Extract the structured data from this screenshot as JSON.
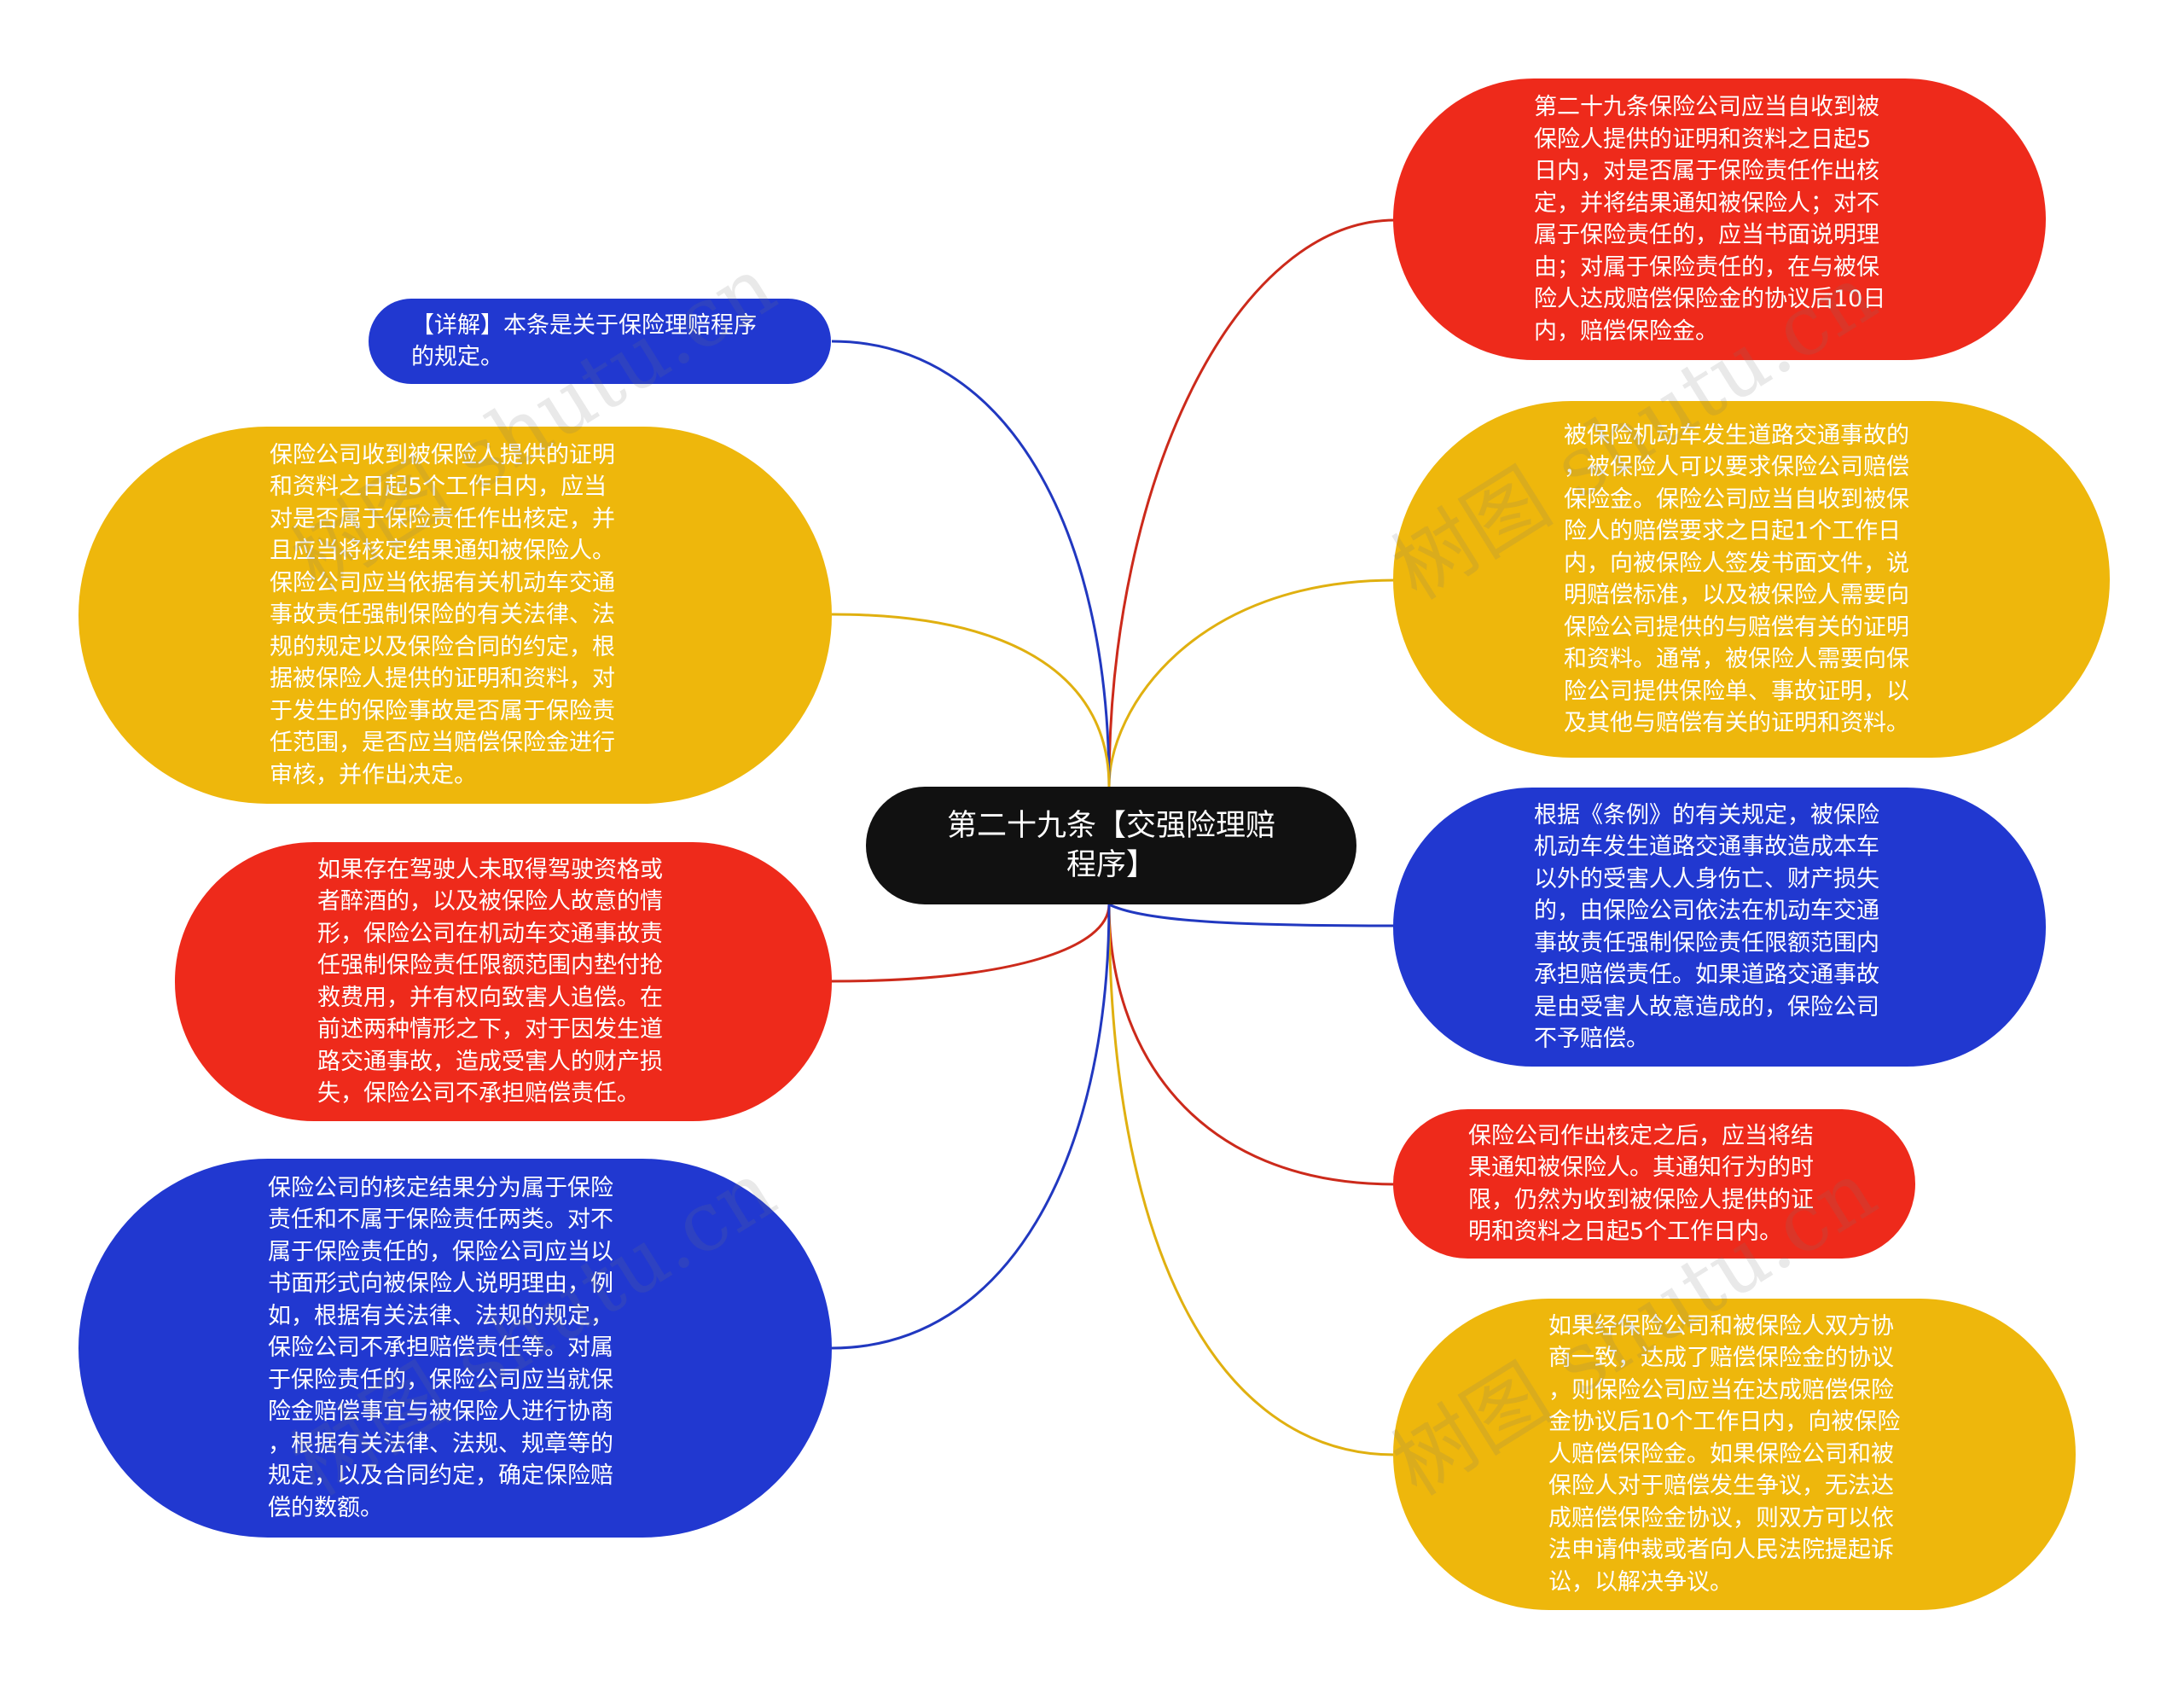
{
  "center": {
    "title": "第二十九条【交强险理赔\n程序】"
  },
  "nodes": {
    "right_1": "第二十九条保险公司应当自收到被\n保险人提供的证明和资料之日起5\n日内，对是否属于保险责任作出核\n定，并将结果通知被保险人；对不\n属于保险责任的，应当书面说明理\n由；对属于保险责任的，在与被保\n险人达成赔偿保险金的协议后10日\n内，赔偿保险金。",
    "right_2": "被保险机动车发生道路交通事故的\n，被保险人可以要求保险公司赔偿\n保险金。保险公司应当自收到被保\n险人的赔偿要求之日起1个工作日\n内，向被保险人签发书面文件，说\n明赔偿标准，以及被保险人需要向\n保险公司提供的与赔偿有关的证明\n和资料。通常，被保险人需要向保\n险公司提供保险单、事故证明，以\n及其他与赔偿有关的证明和资料。",
    "right_3": "根据《条例》的有关规定，被保险\n机动车发生道路交通事故造成本车\n以外的受害人人身伤亡、财产损失\n的，由保险公司依法在机动车交通\n事故责任强制保险责任限额范围内\n承担赔偿责任。如果道路交通事故\n是由受害人故意造成的，保险公司\n不予赔偿。",
    "right_4": "保险公司作出核定之后，应当将结\n果通知被保险人。其通知行为的时\n限，仍然为收到被保险人提供的证\n明和资料之日起5个工作日内。",
    "right_5": "如果经保险公司和被保险人双方协\n商一致，达成了赔偿保险金的协议\n，则保险公司应当在达成赔偿保险\n金协议后10个工作日内，向被保险\n人赔偿保险金。如果保险公司和被\n保险人对于赔偿发生争议，无法达\n成赔偿保险金协议，则双方可以依\n法申请仲裁或者向人民法院提起诉\n讼，以解决争议。",
    "left_1": "【详解】本条是关于保险理赔程序\n的规定。",
    "left_2": "保险公司收到被保险人提供的证明\n和资料之日起5个工作日内，应当\n对是否属于保险责任作出核定，并\n且应当将核定结果通知被保险人。\n保险公司应当依据有关机动车交通\n事故责任强制保险的有关法律、法\n规的规定以及保险合同的约定，根\n据被保险人提供的证明和资料，对\n于发生的保险事故是否属于保险责\n任范围，是否应当赔偿保险金进行\n审核，并作出决定。",
    "left_3": "如果存在驾驶人未取得驾驶资格或\n者醉酒的，以及被保险人故意的情\n形，保险公司在机动车交通事故责\n任强制保险责任限额范围内垫付抢\n救费用，并有权向致害人追偿。在\n前述两种情形之下，对于因发生道\n路交通事故，造成受害人的财产损\n失，保险公司不承担赔偿责任。",
    "left_4": "保险公司的核定结果分为属于保险\n责任和不属于保险责任两类。对不\n属于保险责任的，保险公司应当以\n书面形式向被保险人说明理由，例\n如，根据有关法律、法规的规定，\n保险公司不承担赔偿责任等。对属\n于保险责任的，保险公司应当就保\n险金赔偿事宜与被保险人进行协商\n，根据有关法律、法规、规章等的\n规定，以及合同约定，确定保险赔\n偿的数额。"
  },
  "watermark": {
    "text": "树图 shutu.cn"
  },
  "colors": {
    "red": "#ee2a1b",
    "yellow": "#eeb70c",
    "blue": "#2138d0",
    "center": "#111111"
  }
}
